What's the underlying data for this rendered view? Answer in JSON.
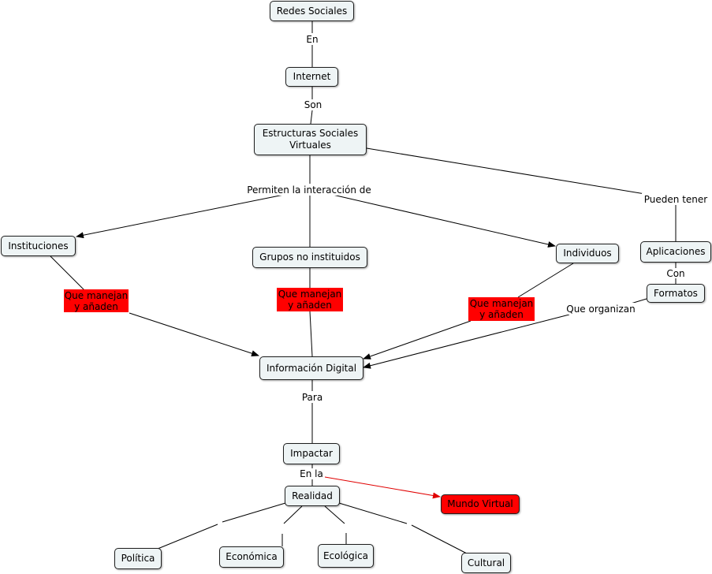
{
  "nodes": {
    "redes_sociales": "Redes Sociales",
    "internet": "Internet",
    "estructuras": "Estructuras Sociales\nVirtuales",
    "instituciones": "Instituciones",
    "grupos": "Grupos no instituidos",
    "individuos": "Individuos",
    "aplicaciones": "Aplicaciones",
    "formatos": "Formatos",
    "informacion": "Información Digital",
    "impactar": "Impactar",
    "realidad": "Realidad",
    "mundo_virtual": "Mundo Virtual",
    "politica": "Política",
    "economica": "Económica",
    "ecologica": "Ecológica",
    "cultural": "Cultural"
  },
  "links": {
    "en": "En",
    "son": "Son",
    "permiten": "Permiten la interacción de",
    "pueden_tener": "Pueden tener",
    "con": "Con",
    "que_organizan": "Que organizan",
    "que_manejan_1": "Que manejan\ny añaden",
    "que_manejan_2": "Que manejan\ny añaden",
    "que_manejan_3": "Que manejan\ny añaden",
    "para": "Para",
    "en_la": "En la"
  },
  "colors": {
    "node_fill": "#eef4f5",
    "highlight": "#ff0000",
    "line": "#000000",
    "red_arrow": "#e00000"
  }
}
